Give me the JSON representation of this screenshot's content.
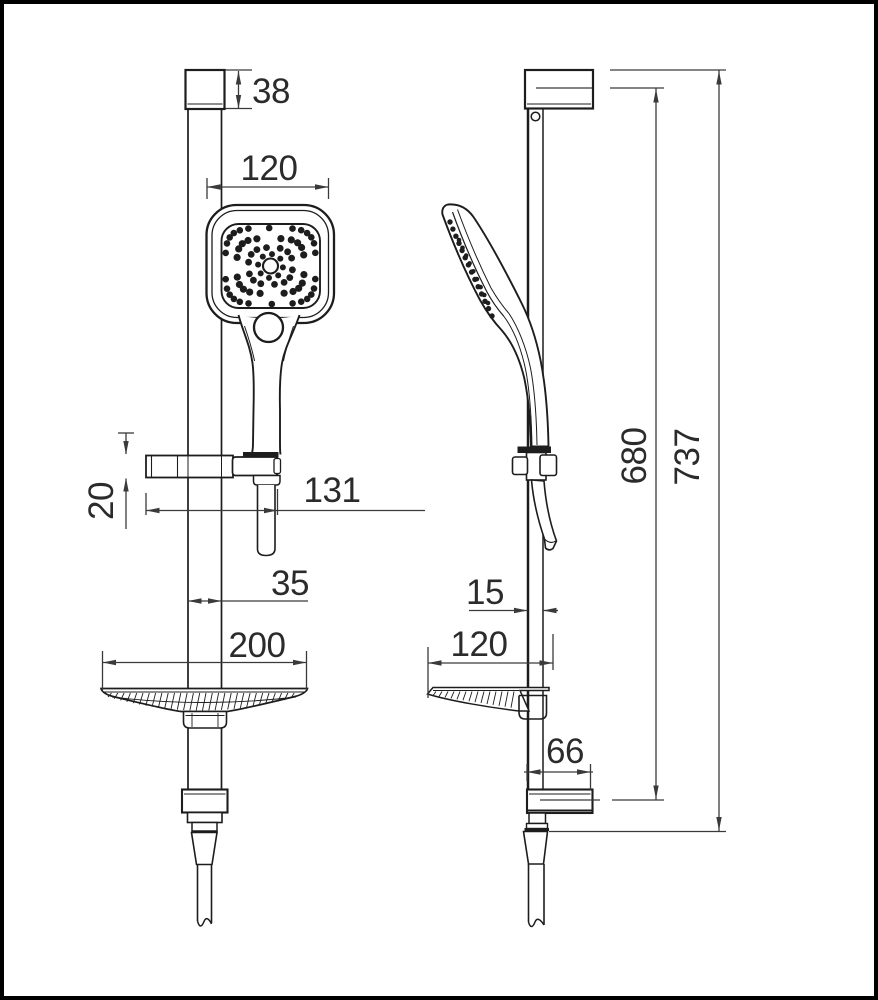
{
  "colors": {
    "line": "#1d1d1d",
    "dimension": "#3a3a3a",
    "background": "#ffffff",
    "frame": "#000000"
  },
  "views": {
    "front": {
      "dims": {
        "bracket_height": "38",
        "handshower_width": "120",
        "holder_height": "20",
        "holder_reach": "131",
        "rail_width": "35",
        "soap_dish_width": "200"
      }
    },
    "side": {
      "dims": {
        "rail_depth": "15",
        "soap_dish_depth": "120",
        "bracket_depth": "66",
        "rail_length": "680",
        "overall_length": "737"
      }
    }
  }
}
